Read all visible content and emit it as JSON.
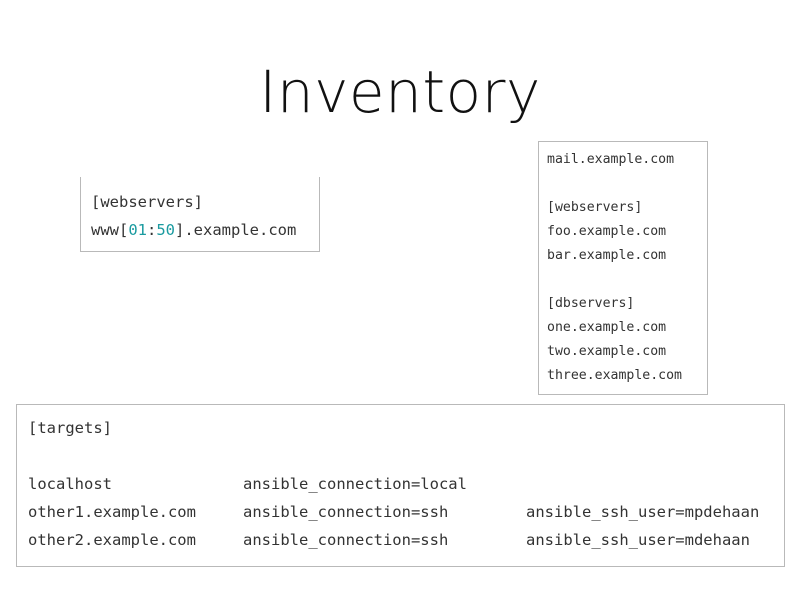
{
  "slide": {
    "title": "Inventory"
  },
  "ranges_box": {
    "header": "[webservers]",
    "host_prefix": "www[",
    "range_start": "01",
    "range_sep": ":",
    "range_end": "50",
    "host_suffix": "].example.com"
  },
  "groups_box": {
    "ungrouped_host": "mail.example.com",
    "webservers_header": "[webservers]",
    "webservers": [
      "foo.example.com",
      "bar.example.com"
    ],
    "dbservers_header": "[dbservers]",
    "dbservers": [
      "one.example.com",
      "two.example.com",
      "three.example.com"
    ]
  },
  "targets_box": {
    "header": "[targets]",
    "rows": [
      {
        "host": "localhost",
        "connection": "ansible_connection=local",
        "user": ""
      },
      {
        "host": "other1.example.com",
        "connection": "ansible_connection=ssh",
        "user": "ansible_ssh_user=mpdehaan"
      },
      {
        "host": "other2.example.com",
        "connection": "ansible_connection=ssh",
        "user": "ansible_ssh_user=mdehaan"
      }
    ]
  },
  "colors": {
    "range_number": "#1a9ba0",
    "border": "#b9b9b9"
  }
}
